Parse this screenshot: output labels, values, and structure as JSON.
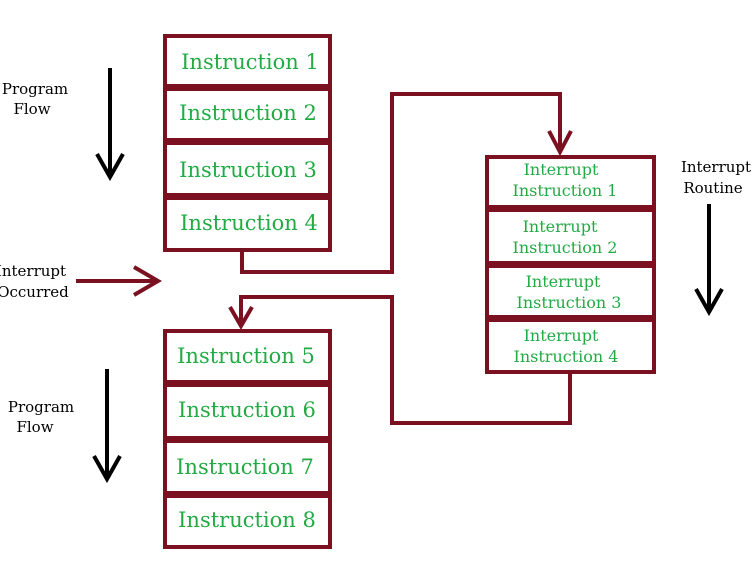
{
  "colors": {
    "accent": "#7a1020",
    "text_green": "#22aa44",
    "arrow_black": "#000000"
  },
  "left_labels": {
    "program_flow_top": [
      "Program",
      "Flow"
    ],
    "interrupt_occurred": [
      "Interrupt",
      "Occurred"
    ],
    "program_flow_bottom": [
      "Program",
      "Flow"
    ]
  },
  "right_label": [
    "Interrupt",
    "Routine"
  ],
  "main_block_top": [
    "Instruction 1",
    "Instruction 2",
    "Instruction 3",
    "Instruction 4"
  ],
  "main_block_bottom": [
    "Instruction 5",
    "Instruction 6",
    "Instruction 7",
    "Instruction 8"
  ],
  "interrupt_block": [
    [
      "Interrupt",
      "Instruction 1"
    ],
    [
      "Interrupt",
      "Instruction  2"
    ],
    [
      "Interrupt",
      "Instruction  3"
    ],
    [
      "Interrupt",
      "Instruction  4"
    ]
  ]
}
